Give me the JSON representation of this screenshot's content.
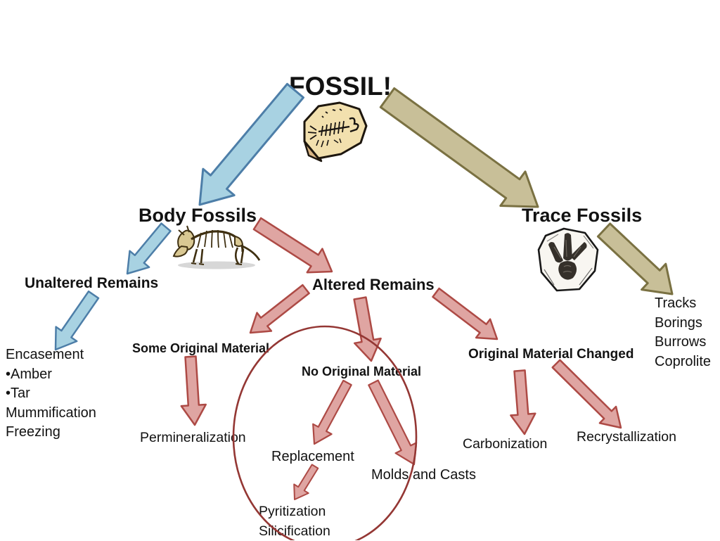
{
  "title": "FOSSIL!",
  "nodes": {
    "body_fossils": "Body Fossils",
    "trace_fossils": "Trace Fossils",
    "unaltered_remains": "Unaltered Remains",
    "altered_remains": "Altered Remains",
    "some_original_material": "Some Original Material",
    "no_original_material": "No Original Material",
    "original_material_changed": "Original Material Changed",
    "permineralization": "Permineralization",
    "replacement": "Replacement",
    "molds_and_casts": "Molds and Casts",
    "carbonization": "Carbonization",
    "recrystallization": "Recrystallization"
  },
  "lists": {
    "encasement": [
      "Encasement",
      "•Amber",
      "•Tar",
      "Mummification",
      "Freezing"
    ],
    "trace_types": [
      "Tracks",
      "Borings",
      "Burrows",
      "Coprolite"
    ],
    "replacement_types": [
      "Pyritization",
      "Silicification"
    ]
  },
  "images": {
    "fish_fossil": "fish-fossil-rock-icon",
    "triceratops": "triceratops-skeleton-icon",
    "footprint": "dinosaur-footprint-icon"
  },
  "colors": {
    "blue_fill": "#a8d2e2",
    "blue_stroke": "#4d7ea8",
    "red_fill": "#dfa5a2",
    "red_stroke": "#ad4a45",
    "olive_fill": "#c8bf98",
    "olive_stroke": "#7a7142",
    "ellipse_stroke": "#943734",
    "text": "#121212",
    "background": "#ffffff"
  }
}
